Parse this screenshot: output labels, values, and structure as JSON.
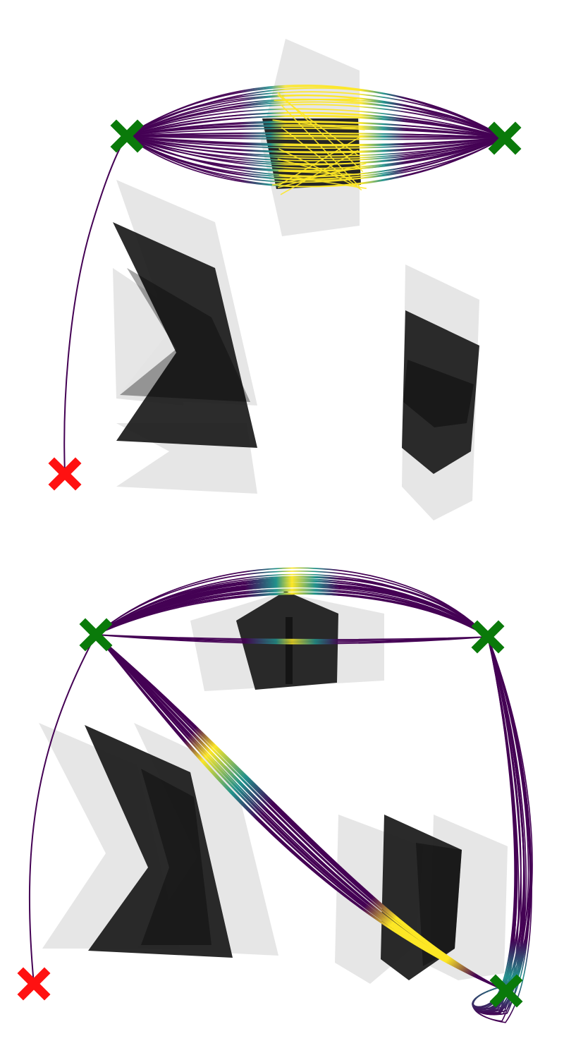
{
  "panels": [
    {
      "id": "top",
      "start_marker": "red-x-marker",
      "goal_markers": [
        "green-x-marker",
        "green-x-marker"
      ],
      "obstacles": [
        "chevron-obstacle",
        "tapered-block-obstacle",
        "pentagon-obstacle"
      ]
    },
    {
      "id": "bottom",
      "start_marker": "red-x-marker",
      "goal_markers": [
        "green-x-marker",
        "green-x-marker",
        "green-x-marker"
      ],
      "obstacles": [
        "pentagon-obstacle",
        "chevron-obstacle",
        "quad-obstacle"
      ]
    }
  ],
  "colors": {
    "start_marker": "#ff1111",
    "goal_marker": "#0a7a0a",
    "obstacle_dark": "#1a1a1a",
    "obstacle_light": "#e3e3e3",
    "trajectory_low": "#440154",
    "trajectory_mid": "#21918c",
    "trajectory_high": "#fde725",
    "colormap": "viridis"
  }
}
